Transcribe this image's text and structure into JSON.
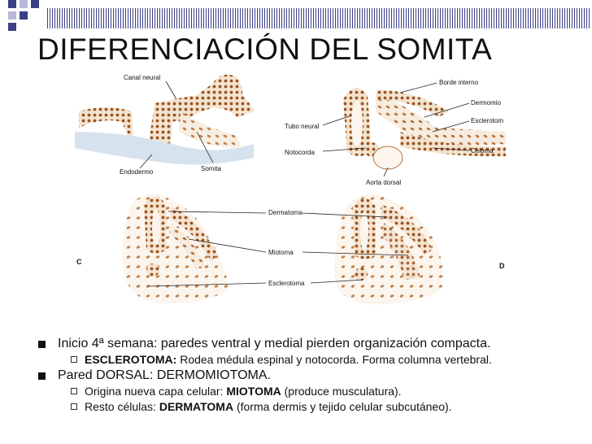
{
  "slide": {
    "title": "DIFERENCIACIÓN DEL SOMITA"
  },
  "theme": {
    "accent": "#3b3f86",
    "light_square": "#b8b9d8"
  },
  "figure": {
    "labels": {
      "canal_neural": "Canal neural",
      "endodermo": "Endodermo",
      "somita": "Somita",
      "borde_interno": "Borde interno",
      "dermomio": "Dermomio",
      "esclerotom": "Esclerotom",
      "tubo_neural": "Tubo neural",
      "notocorda": "Notocorda",
      "celoma": "Celoma",
      "aorta_dorsal": "Aorta dorsal",
      "dermatoma": "Dermatoma",
      "miotoma": "Miotoma",
      "esclerotoma": "Esclerotoma",
      "panel_c": "C",
      "panel_d": "D"
    }
  },
  "bullets": {
    "b1": "Inicio 4ª semana: paredes ventral y medial pierden organización compacta.",
    "b1_sub1_bold": "ESCLEROTOMA:",
    "b1_sub1_text": " Rodea médula espinal y notocorda. Forma columna vertebral.",
    "b2": "Pared DORSAL: DERMOMIOTOMA.",
    "b2_sub1_text": "Origina nueva capa celular: ",
    "b2_sub1_bold": "MIOTOMA",
    "b2_sub1_tail": " (produce musculatura).",
    "b2_sub2_text": "Resto células: ",
    "b2_sub2_bold": "DERMATOMA",
    "b2_sub2_tail": " (forma dermis y tejido celular subcutáneo)."
  }
}
